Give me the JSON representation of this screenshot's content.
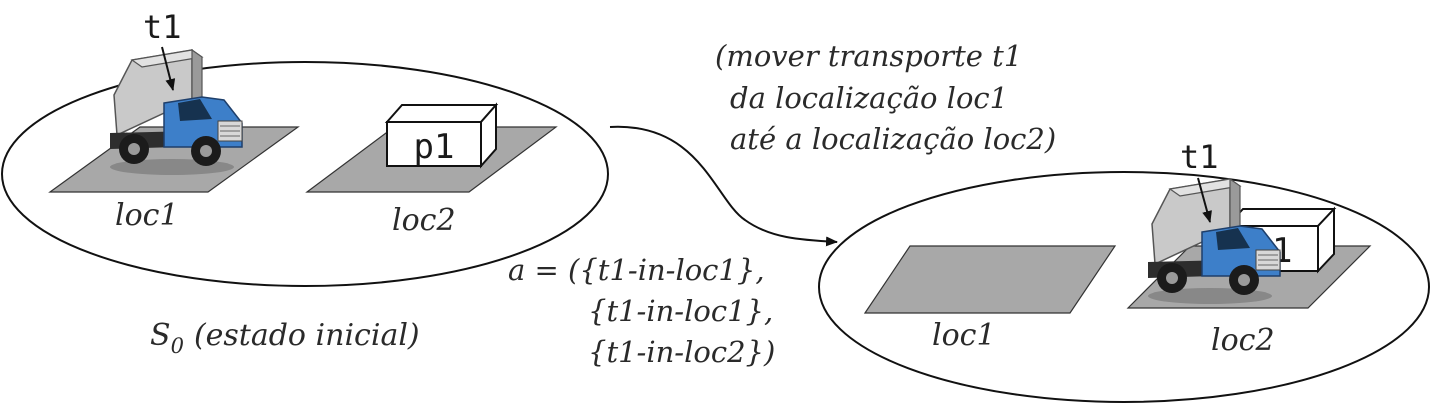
{
  "state_left": {
    "truck_label": "t1",
    "package_label": "p1",
    "loc_a": "loc1",
    "loc_b": "loc2",
    "state_symbol": "S",
    "state_subscript": "0",
    "state_caption": "(estado inicial)"
  },
  "action": {
    "description": [
      "(mover transporte t1",
      "da localização loc1",
      "até a localização loc2)"
    ],
    "formula": [
      "a = ({t1-in-loc1},",
      "{t1-in-loc1},",
      "{t1-in-loc2})"
    ]
  },
  "state_right": {
    "truck_label": "t1",
    "package_label": "p1",
    "loc_a": "loc1",
    "loc_b": "loc2"
  },
  "colors": {
    "platform": "#a8a8a8",
    "truck_cab": "#3d7fc9",
    "truck_box": "#c4c4c4",
    "outline": "#111111"
  }
}
